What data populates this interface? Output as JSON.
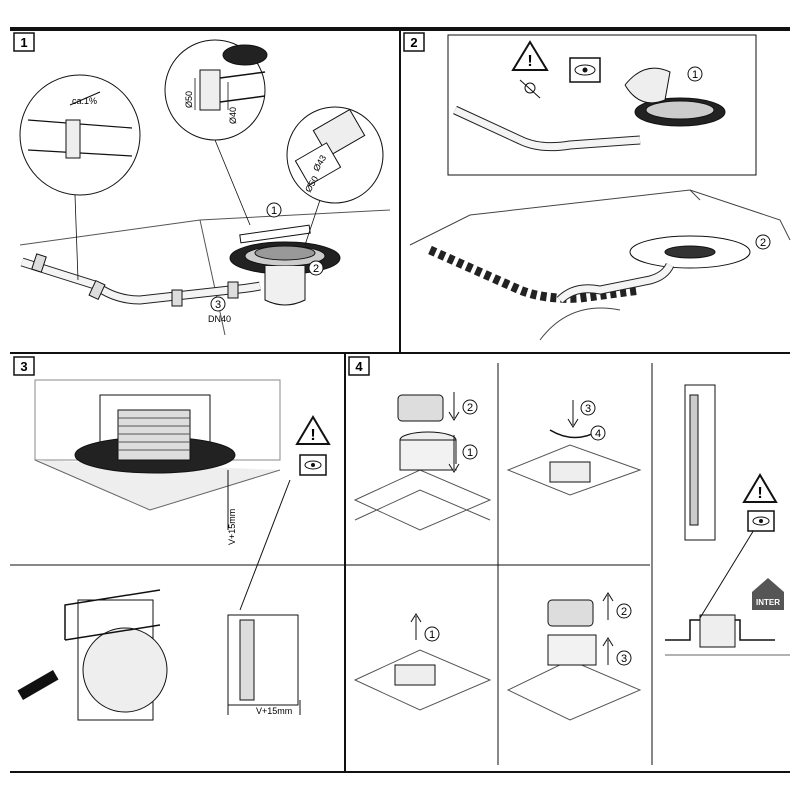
{
  "panels": [
    {
      "number": "1"
    },
    {
      "number": "2"
    },
    {
      "number": "3"
    },
    {
      "number": "4"
    }
  ],
  "panel1": {
    "slope": "ca.1%",
    "dia_a": "Ø50",
    "dia_b": "Ø40",
    "dia_c": "Ø43",
    "dia_d": "Ø50",
    "pipe_size": "DN40",
    "callouts": [
      "1",
      "2",
      "3"
    ]
  },
  "panel2": {
    "callouts": [
      "1",
      "2"
    ]
  },
  "panel3": {
    "dim_top": "V+15mm",
    "dim_bottom": "V+15mm"
  },
  "panel4": {
    "step_a": [
      "2",
      "1"
    ],
    "step_b": [
      "3",
      "4"
    ],
    "step_c": [
      "1"
    ],
    "step_d": [
      "2",
      "3"
    ],
    "inter_label": "INTER"
  },
  "icons": [
    "warning-icon",
    "eye-icon",
    "no-light-icon"
  ]
}
